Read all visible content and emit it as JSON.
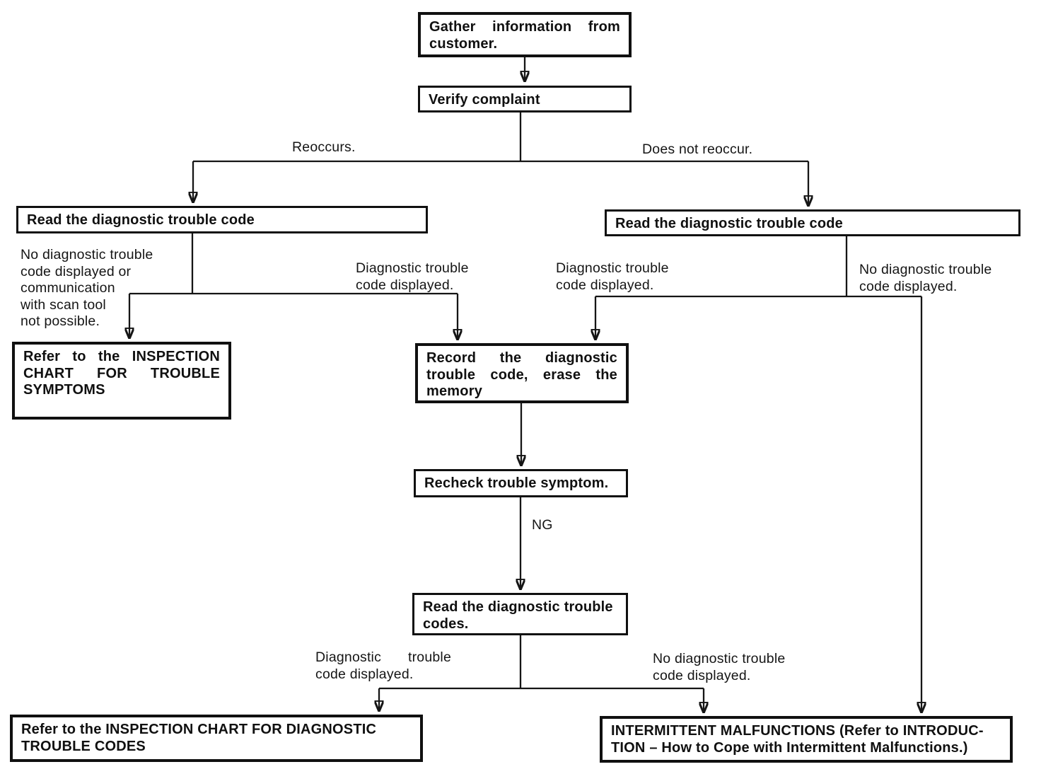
{
  "diagram": {
    "type": "flowchart",
    "colors": {
      "ink": "#101010",
      "paper": "#ffffff"
    },
    "nodes": {
      "gather": "Gather information from customer.",
      "verify": "Verify complaint",
      "read_code_left": "Read the diagnostic trouble code",
      "read_code_right": "Read the diagnostic trouble code",
      "refer_symptoms": "Refer to the INSPECTION CHART FOR TROUBLE SYMPTOMS",
      "record": "Record the diagnostic trouble code, erase the memory",
      "recheck": "Recheck trouble symptom.",
      "read_codes_lines": [
        "Read the diagnostic trouble",
        "codes."
      ],
      "refer_codes_lines": [
        "Refer to the INSPECTION CHART FOR DIAGNOSTIC",
        "TROUBLE CODES"
      ],
      "intermittent_lines": [
        "INTERMITTENT MALFUNCTIONS (Refer to INTRODUC-",
        "TION – How to Cope with Intermittent Malfunctions.)"
      ]
    },
    "labels": {
      "reoccurs": "Reoccurs.",
      "does_not_reoccur": "Does not reoccur.",
      "no_code_or_comm_lines": [
        "No diagnostic trouble",
        "code displayed or",
        "communication",
        "with scan tool",
        "not possible."
      ],
      "code_displayed_mid_left": "Diagnostic trouble code displayed.",
      "code_displayed_mid_right": "Diagnostic trouble code displayed.",
      "no_code_mid_right": "No diagnostic trouble code displayed.",
      "ng": "NG",
      "code_displayed_bottom": "Diagnostic trouble code displayed.",
      "no_code_bottom": "No diagnostic trouble code displayed."
    }
  }
}
